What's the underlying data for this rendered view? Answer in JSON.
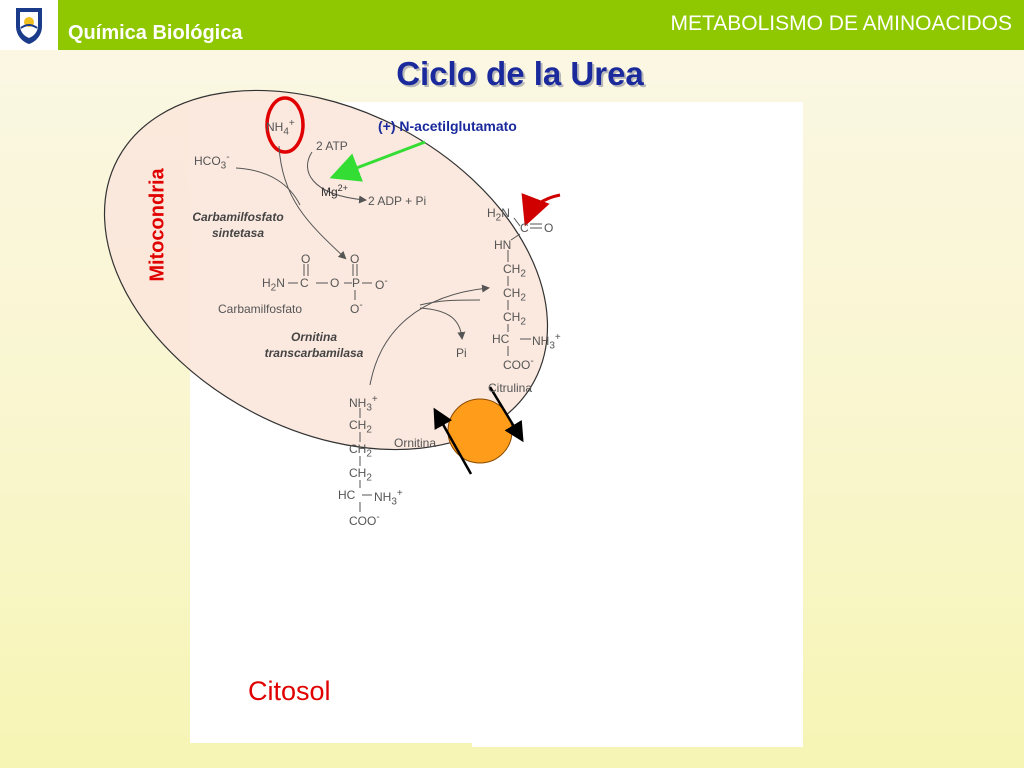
{
  "header": {
    "course_title": "Química Biológica",
    "section_title": "METABOLISMO DE AMINOACIDOS",
    "colors": {
      "bar": "#8fc800",
      "title": "#1a2a9c",
      "accent_red": "#e00000"
    },
    "logo_icon": "university-shield-icon"
  },
  "slide": {
    "title": "Ciclo de la Urea"
  },
  "diagram": {
    "compartment_label": "Mitocondria",
    "cytosol_label": "Citosol",
    "activator": "(+) N-acetilglutamato",
    "metal_cofactor": "Mg",
    "metal_charge": "2+",
    "ammonium": "NH",
    "ammonium_sub": "4",
    "ammonium_charge": "+",
    "bicarbonate": "HCO",
    "bicarbonate_sub": "3",
    "bicarbonate_charge": "-",
    "atp": "2 ATP",
    "adp": "2 ADP + Pi",
    "enzyme1": "Carbamilfosfato",
    "enzyme1_line2": "sintetasa",
    "enzyme2": "Ornitina",
    "enzyme2_line2": "transcarbamilasa",
    "carbamoyl_phosphate": "Carbamilfosfato",
    "phosphate": "Pi",
    "citrulline": "Citrulina",
    "ornithine": "Ornitina",
    "colors": {
      "membrane_fill": "#fbe7dc",
      "transporter": "#ff9c1a",
      "activator_arrow": "#33dd33",
      "activation_arrow": "#d00000",
      "highlight_circle": "#e00000"
    }
  }
}
